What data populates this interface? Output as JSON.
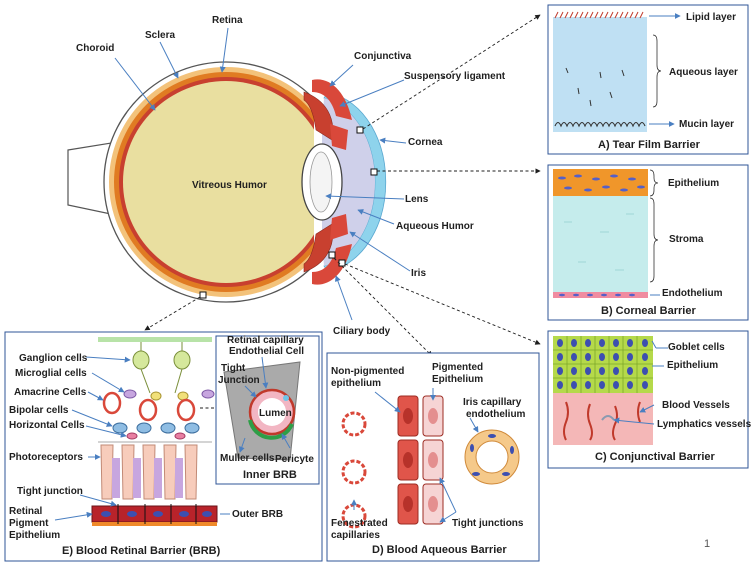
{
  "eye_labels": {
    "choroid": "Choroid",
    "sclera": "Sclera",
    "retina": "Retina",
    "conjunctiva": "Conjunctiva",
    "suspensory_ligament": "Suspensory ligament",
    "cornea": "Cornea",
    "vitreous_humor": "Vitreous Humor",
    "lens": "Lens",
    "aqueous_humor": "Aqueous Humor",
    "iris": "Iris",
    "ciliary_body": "Ciliary body"
  },
  "panel_a": {
    "caption": "A) Tear Film Barrier",
    "lipid_layer": "Lipid layer",
    "aqueous_layer": "Aqueous layer",
    "mucin_layer": "Mucin layer"
  },
  "panel_b": {
    "caption": "B) Corneal Barrier",
    "epithelium": "Epithelium",
    "stroma": "Stroma",
    "endothelium": "Endothelium"
  },
  "panel_c": {
    "caption": "C) Conjunctival Barrier",
    "goblet_cells": "Goblet cells",
    "epithelium": "Epithelium",
    "blood_vessels": "Blood Vessels",
    "lymphatics_vessels": "Lymphatics vessels"
  },
  "panel_d": {
    "caption": "D) Blood Aqueous Barrier",
    "non_pigmented_1": "Non-pigmented",
    "non_pigmented_2": "epithelium",
    "pigmented_1": "Pigmented",
    "pigmented_2": "Epithelium",
    "iris_capillary_1": "Iris capillary",
    "iris_capillary_2": "endothelium",
    "fenestrated_1": "Fenestrated",
    "fenestrated_2": "capillaries",
    "tight_junctions": "Tight junctions"
  },
  "panel_e": {
    "caption": "E) Blood Retinal Barrier (BRB)",
    "ganglion_cells": "Ganglion cells",
    "microglial_cells": "Microglial cells",
    "amacrine_cells": "Amacrine Cells",
    "bipolar_cells": "Bipolar cells",
    "horizontal_cells": "Horizontal Cells",
    "photoreceptors": "Photoreceptors",
    "tight_junction": "Tight junction",
    "rpe_1": "Retinal",
    "rpe_2": "Pigment",
    "rpe_3": "Epithelium",
    "outer_brb": "Outer BRB",
    "inner_brb": "Inner BRB",
    "retinal_capillary_1": "Retinal capillary",
    "retinal_capillary_2": "Endothelial Cell",
    "tight_junction_1": "Tight",
    "tight_junction_2": "Junction",
    "lumen": "Lumen",
    "muller_cells": "Muller cells",
    "pericyte": "Pericyte"
  },
  "page_number": "1",
  "colors": {
    "panel_border": "#2f5597",
    "arrow": "#4a7fc1",
    "vitreous": "#e9dfa0",
    "choroid": "#e07b22",
    "sclera": "#f3c27a",
    "retina": "#c8402f",
    "iris": "#d9483a",
    "aqueous": "#cfd0ea",
    "cornea": "#8ed3ec"
  }
}
